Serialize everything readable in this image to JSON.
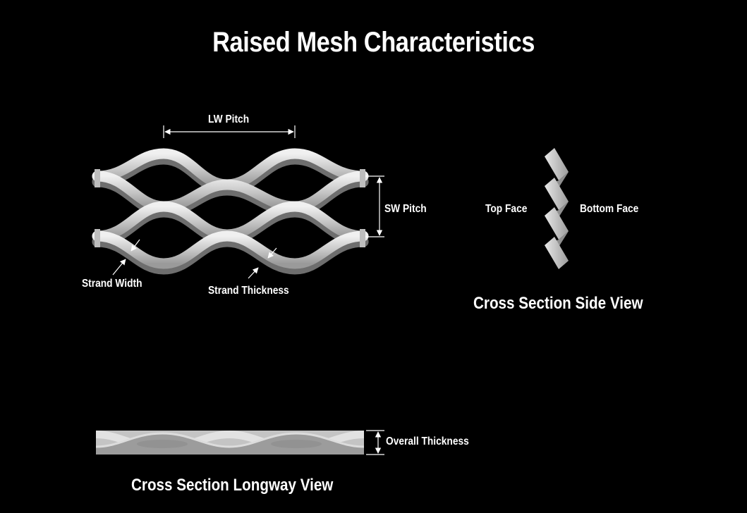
{
  "title": "Raised Mesh Characteristics",
  "labels": {
    "lw_pitch": "LW Pitch",
    "sw_pitch": "SW Pitch",
    "strand_width": "Strand Width",
    "strand_thickness": "Strand Thickness",
    "top_face": "Top Face",
    "bottom_face": "Bottom Face",
    "overall_thickness": "Overall Thickness"
  },
  "views": {
    "side": "Cross Section Side View",
    "longway": "Cross Section Longway View"
  },
  "colors": {
    "background": "#000000",
    "metal_light": "#e6e6e6",
    "metal_mid": "#b4b4b4",
    "metal_dark": "#7a7a7a",
    "text": "#ffffff"
  }
}
